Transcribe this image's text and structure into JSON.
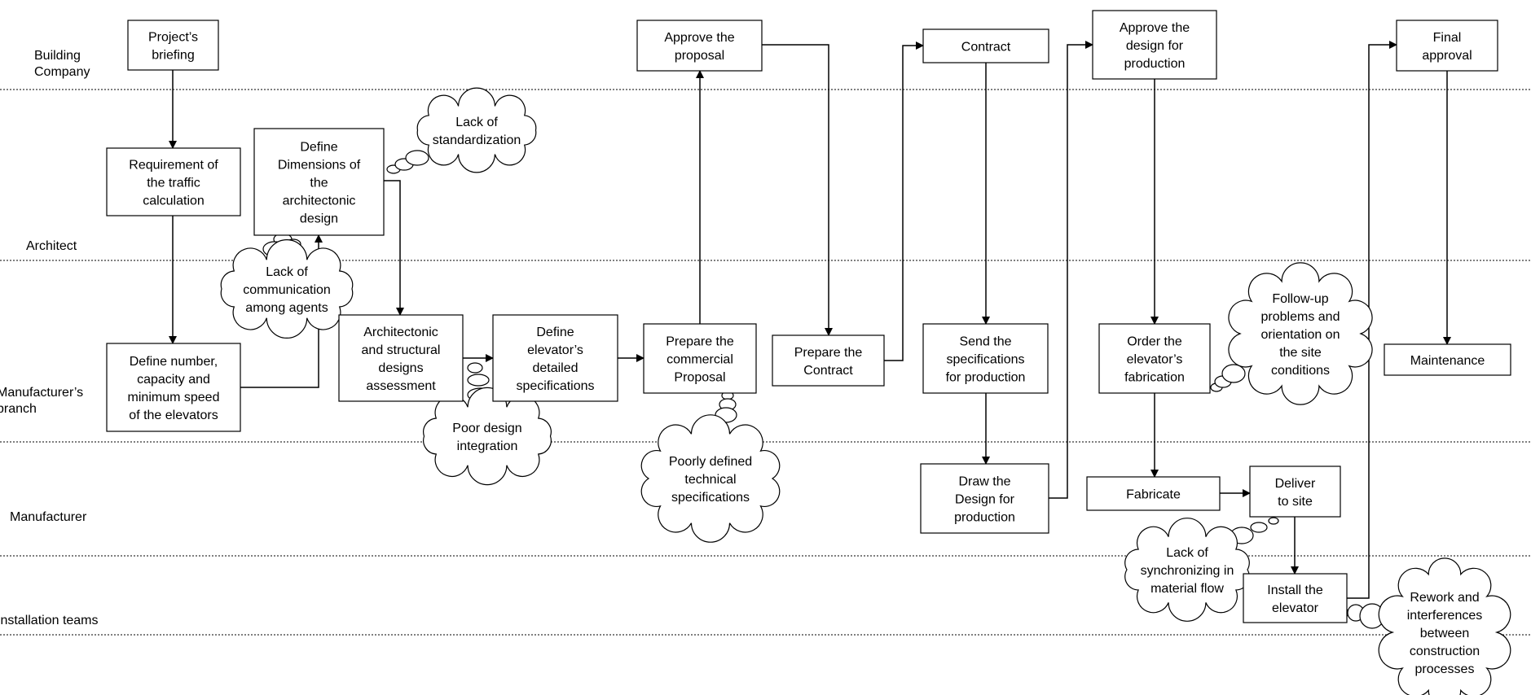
{
  "lanes": [
    {
      "id": "building",
      "lines": [
        "Building",
        "Company"
      ]
    },
    {
      "id": "architect",
      "lines": [
        "Architect"
      ]
    },
    {
      "id": "branch",
      "lines": [
        "Manufacturer’s",
        "branch"
      ]
    },
    {
      "id": "manufacturer",
      "lines": [
        "Manufacturer"
      ]
    },
    {
      "id": "installation",
      "lines": [
        "Installation teams"
      ]
    }
  ],
  "nodes": [
    {
      "id": "briefing",
      "lines": [
        "Project’s",
        "briefing"
      ]
    },
    {
      "id": "approve_proposal",
      "lines": [
        "Approve the",
        "proposal"
      ]
    },
    {
      "id": "contract",
      "lines": [
        "Contract"
      ]
    },
    {
      "id": "approve_design",
      "lines": [
        "Approve the",
        "design for",
        "production"
      ]
    },
    {
      "id": "final_approval",
      "lines": [
        "Final",
        "approval"
      ]
    },
    {
      "id": "traffic",
      "lines": [
        "Requirement of",
        "the traffic",
        "calculation"
      ]
    },
    {
      "id": "dimensions",
      "lines": [
        "Define",
        "Dimensions of",
        "the",
        "architectonic",
        "design"
      ]
    },
    {
      "id": "define_number",
      "lines": [
        "Define number,",
        "capacity and",
        "minimum speed",
        "of the elevators"
      ]
    },
    {
      "id": "assessment",
      "lines": [
        "Architectonic",
        "and structural",
        "designs",
        "assessment"
      ]
    },
    {
      "id": "detailed_specs",
      "lines": [
        "Define",
        "elevator’s",
        "detailed",
        "specifications"
      ]
    },
    {
      "id": "commercial",
      "lines": [
        "Prepare the",
        "commercial",
        "Proposal"
      ]
    },
    {
      "id": "prepare_contract",
      "lines": [
        "Prepare the",
        "Contract"
      ]
    },
    {
      "id": "send_specs",
      "lines": [
        "Send the",
        "specifications",
        "for production"
      ]
    },
    {
      "id": "order",
      "lines": [
        "Order the",
        "elevator’s",
        "fabrication"
      ]
    },
    {
      "id": "maintenance",
      "lines": [
        "Maintenance"
      ]
    },
    {
      "id": "draw_design",
      "lines": [
        "Draw the",
        "Design for",
        "production"
      ]
    },
    {
      "id": "fabricate",
      "lines": [
        "Fabricate"
      ]
    },
    {
      "id": "deliver",
      "lines": [
        "Deliver",
        "to site"
      ]
    },
    {
      "id": "install",
      "lines": [
        "Install the",
        "elevator"
      ]
    }
  ],
  "problems": [
    {
      "id": "standardization",
      "lines": [
        "Lack of",
        "standardization"
      ]
    },
    {
      "id": "communication",
      "lines": [
        "Lack of",
        "communication",
        "among agents"
      ]
    },
    {
      "id": "integration",
      "lines": [
        "Poor design",
        "integration"
      ]
    },
    {
      "id": "technical",
      "lines": [
        "Poorly defined",
        "technical",
        "specifications"
      ]
    },
    {
      "id": "followup",
      "lines": [
        "Follow-up",
        "problems and",
        "orientation on",
        "the site",
        "conditions"
      ]
    },
    {
      "id": "synchronizing",
      "lines": [
        "Lack of",
        "synchronizing in",
        "material flow"
      ]
    },
    {
      "id": "rework",
      "lines": [
        "Rework and",
        "interferences",
        "between",
        "construction",
        "processes"
      ]
    }
  ],
  "edges": [
    {
      "from": "briefing",
      "to": "traffic"
    },
    {
      "from": "traffic",
      "to": "define_number"
    },
    {
      "from": "define_number",
      "to": "dimensions"
    },
    {
      "from": "dimensions",
      "to": "assessment"
    },
    {
      "from": "assessment",
      "to": "detailed_specs"
    },
    {
      "from": "detailed_specs",
      "to": "commercial"
    },
    {
      "from": "commercial",
      "to": "approve_proposal"
    },
    {
      "from": "approve_proposal",
      "to": "prepare_contract"
    },
    {
      "from": "prepare_contract",
      "to": "contract"
    },
    {
      "from": "contract",
      "to": "send_specs"
    },
    {
      "from": "send_specs",
      "to": "draw_design"
    },
    {
      "from": "draw_design",
      "to": "approve_design"
    },
    {
      "from": "approve_design",
      "to": "order"
    },
    {
      "from": "order",
      "to": "fabricate"
    },
    {
      "from": "fabricate",
      "to": "deliver"
    },
    {
      "from": "deliver",
      "to": "install"
    },
    {
      "from": "install",
      "to": "final_approval"
    },
    {
      "from": "final_approval",
      "to": "maintenance"
    }
  ]
}
